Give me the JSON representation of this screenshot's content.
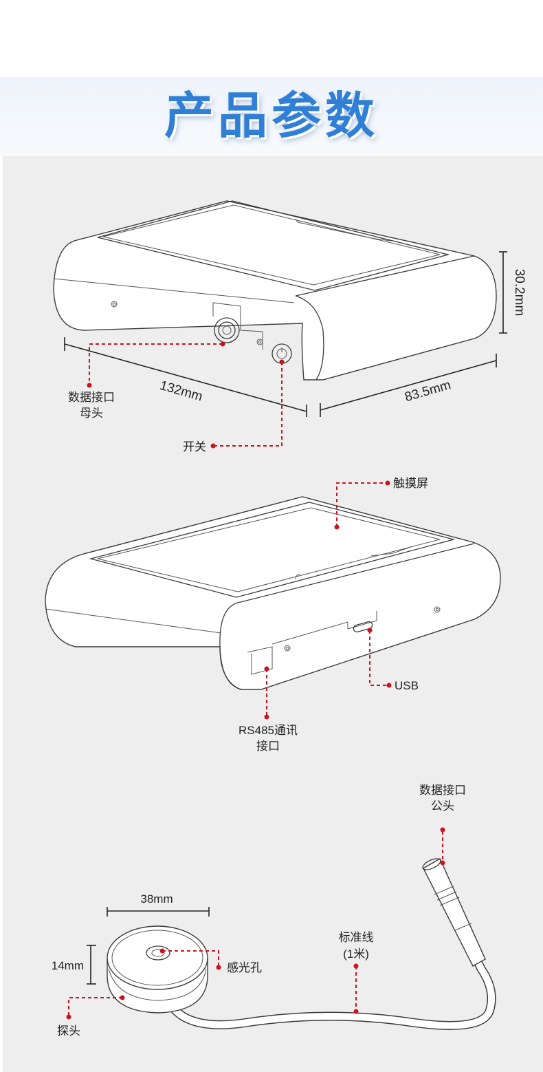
{
  "header": {
    "title": "产品参数"
  },
  "device_top": {
    "dimensions": {
      "height": "30.2mm",
      "length": "132mm",
      "width": "83.5mm"
    },
    "callouts": {
      "data_port_line1": "数据接口",
      "data_port_line2": "母头",
      "switch": "开关"
    }
  },
  "device_back": {
    "callouts": {
      "touchscreen": "触摸屏",
      "usb": "USB",
      "rs485_line1": "RS485通讯",
      "rs485_line2": "接口"
    }
  },
  "probe": {
    "dimensions": {
      "diameter": "38mm",
      "height": "14mm"
    },
    "callouts": {
      "connector_line1": "数据接口",
      "connector_line2": "公头",
      "cable_line1": "标准线",
      "cable_line2": "(1米)",
      "sensor_hole": "感光孔",
      "probe_label": "探头"
    }
  },
  "colors": {
    "title": "#2f7fd6",
    "callout": "#c8141e",
    "panel": "#eeeeee"
  }
}
